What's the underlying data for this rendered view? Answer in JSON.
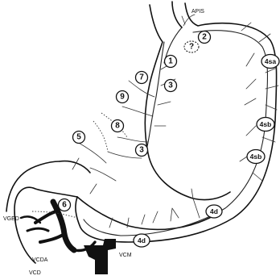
{
  "labels": {
    "apis": "APIS",
    "vged": "VGED",
    "vcda": "VCDA",
    "vcd": "VCD",
    "vcm": "VCM"
  },
  "nodes": {
    "n1": "1",
    "n2": "2",
    "n3_upper": "3",
    "n3_lower": "3",
    "n4sa": "4sa",
    "n4sb_upper": "4sb",
    "n4sb_lower": "4sb",
    "n4d_right": "4d",
    "n4d_lower": "4d",
    "n5": "5",
    "n6": "6",
    "n7": "7",
    "n8": "8",
    "n9": "9",
    "n_unknown": "?"
  }
}
